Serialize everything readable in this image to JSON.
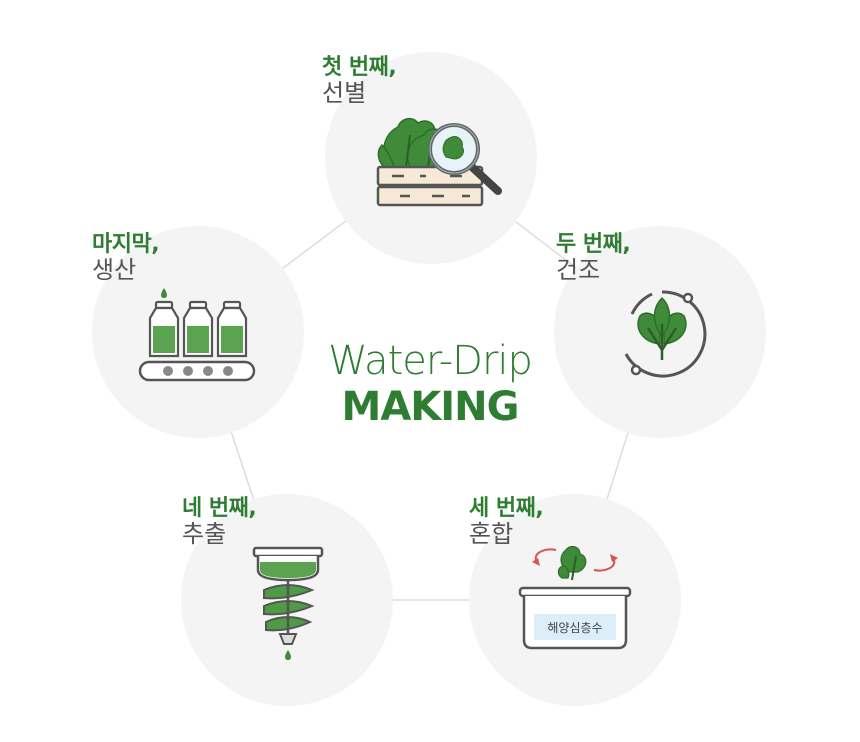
{
  "center": {
    "subtitle": "Water-Drip",
    "title": "MAKING"
  },
  "steps": [
    {
      "ordinal": "첫 번째,",
      "name": "선별",
      "icon": "leaf-magnifier-crate-icon"
    },
    {
      "ordinal": "두 번째,",
      "name": "건조",
      "icon": "leaf-drying-cycle-icon"
    },
    {
      "ordinal": "세 번째,",
      "name": "혼합",
      "icon": "mixing-tank-icon",
      "tank_label": "해양심층수"
    },
    {
      "ordinal": "네 번째,",
      "name": "추출",
      "icon": "drip-extractor-icon"
    },
    {
      "ordinal": "마지막,",
      "name": "생산",
      "icon": "bottle-conveyor-icon"
    }
  ],
  "colors": {
    "accent": "#2e7d32",
    "leaf": "#3f8b3a",
    "circle": "#f4f4f4",
    "line": "#dddddd"
  }
}
